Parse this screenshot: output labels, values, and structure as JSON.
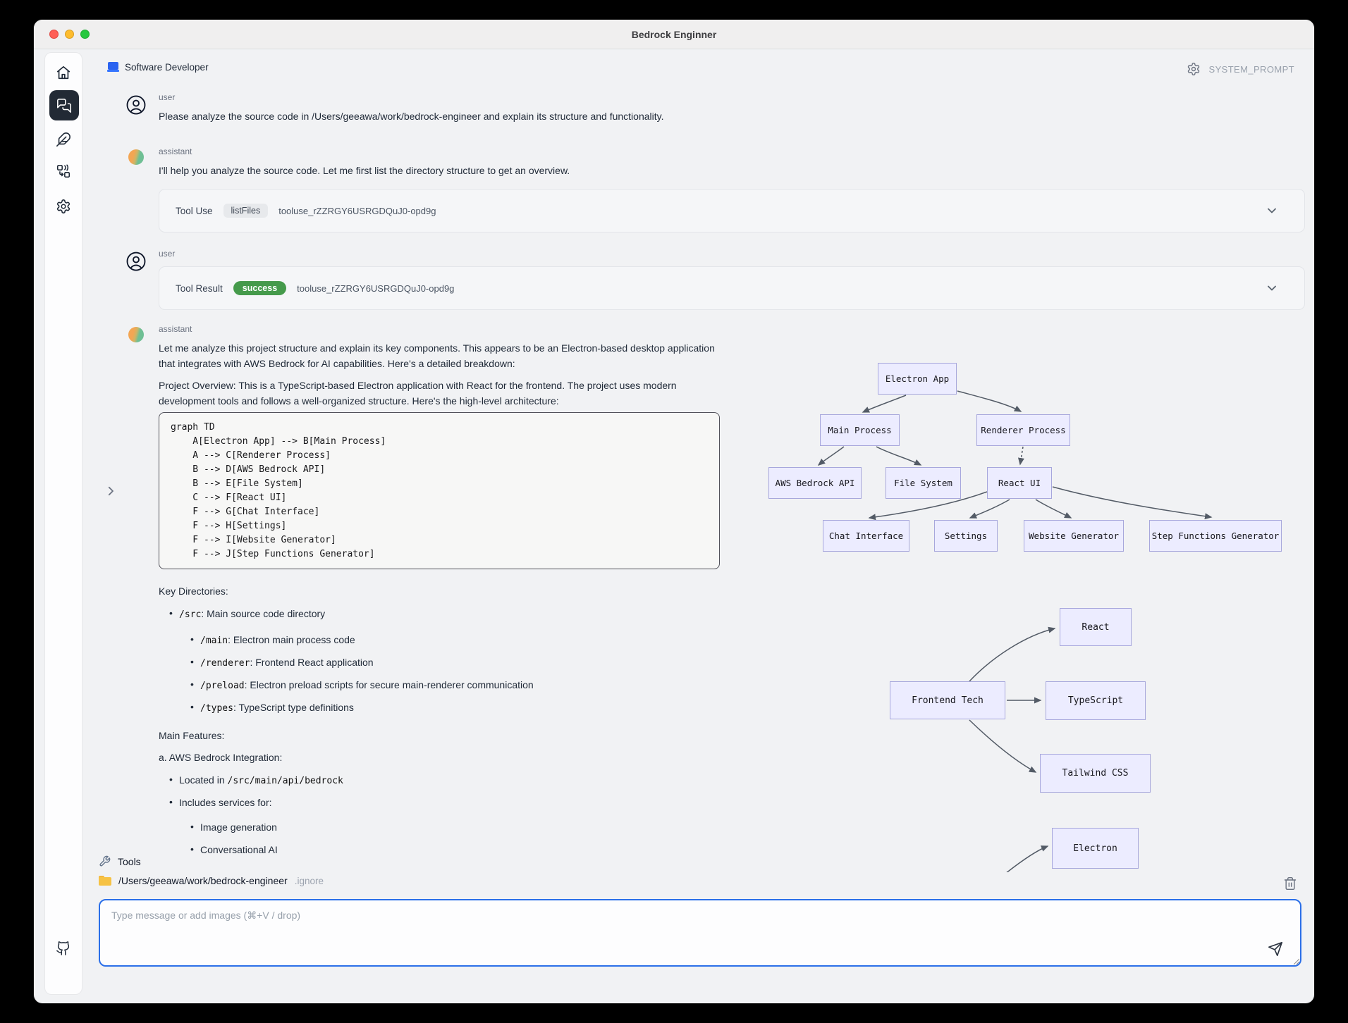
{
  "window": {
    "title": "Bedrock Enginner"
  },
  "sidebar": {
    "items": [
      {
        "icon": "home-icon"
      },
      {
        "icon": "chat-icon",
        "active": true
      },
      {
        "icon": "feather-icon"
      },
      {
        "icon": "step-functions-icon"
      },
      {
        "icon": "gear-icon"
      },
      {
        "icon": "github-icon"
      }
    ]
  },
  "header": {
    "agent_name": "Software Developer",
    "system_prompt_label": "SYSTEM_PROMPT"
  },
  "colors": {
    "accent_blue": "#2b6fe8",
    "success_green": "#459a4b",
    "mermaid_fill": "#ECECFF",
    "mermaid_border": "#a7a7dc",
    "active_nav": "#222a35"
  },
  "messages": {
    "user1": {
      "role": "user",
      "text": "Please analyze the source code in /Users/geeawa/work/bedrock-engineer and explain its structure and functionality."
    },
    "assistant1": {
      "role": "assistant",
      "text": "I'll help you analyze the source code. Let me first list the directory structure to get an overview."
    },
    "tool_use": {
      "label": "Tool Use",
      "tool": "listFiles",
      "id": "tooluse_rZZRGY6USRGDQuJ0-opd9g"
    },
    "user2": {
      "role": "user"
    },
    "tool_result": {
      "label": "Tool Result",
      "status": "success",
      "id": "tooluse_rZZRGY6USRGDQuJ0-opd9g"
    },
    "assistant2": {
      "role": "assistant",
      "para1": "Let me analyze this project structure and explain its key components. This appears to be an Electron-based desktop application that integrates with AWS Bedrock for AI capabilities. Here's a detailed breakdown:",
      "para2": "Project Overview: This is a TypeScript-based Electron application with React for the frontend. The project uses modern development tools and follows a well-organized structure. Here's the high-level architecture:",
      "code": "graph TD\n    A[Electron App] --> B[Main Process]\n    A --> C[Renderer Process]\n    B --> D[AWS Bedrock API]\n    B --> E[File System]\n    C --> F[React UI]\n    F --> G[Chat Interface]\n    F --> H[Settings]\n    F --> I[Website Generator]\n    F --> J[Step Functions Generator]",
      "key_dirs_title": "Key Directories:",
      "key_dirs": [
        {
          "code": "/src",
          "desc": ": Main source code directory"
        },
        {
          "code": "/main",
          "desc": ": Electron main process code"
        },
        {
          "code": "/renderer",
          "desc": ": Frontend React application"
        },
        {
          "code": "/preload",
          "desc": ": Electron preload scripts for secure main-renderer communication"
        },
        {
          "code": "/types",
          "desc": ": TypeScript type definitions"
        }
      ],
      "features_title": "Main Features:",
      "feature_a_title": "a. AWS Bedrock Integration:",
      "feature_a": {
        "b1_text": "Located in ",
        "b1_code": "/src/main/api/bedrock",
        "b2_text": "Includes services for:",
        "sub1": "Image generation",
        "sub2": "Conversational AI"
      }
    }
  },
  "diagram1": {
    "nodes": {
      "electron_app": "Electron App",
      "main_process": "Main Process",
      "renderer_process": "Renderer Process",
      "aws_bedrock_api": "AWS Bedrock API",
      "file_system": "File System",
      "react_ui": "React UI",
      "chat_interface": "Chat Interface",
      "settings": "Settings",
      "website_generator": "Website Generator",
      "step_functions_generator": "Step Functions Generator"
    },
    "edges": [
      [
        "Electron App",
        "Main Process"
      ],
      [
        "Electron App",
        "Renderer Process"
      ],
      [
        "Main Process",
        "AWS Bedrock API"
      ],
      [
        "Main Process",
        "File System"
      ],
      [
        "Renderer Process",
        "React UI"
      ],
      [
        "React UI",
        "Chat Interface"
      ],
      [
        "React UI",
        "Settings"
      ],
      [
        "React UI",
        "Website Generator"
      ],
      [
        "React UI",
        "Step Functions Generator"
      ]
    ]
  },
  "diagram2": {
    "nodes": {
      "frontend_tech": "Frontend Tech",
      "react": "React",
      "typescript": "TypeScript",
      "tailwind": "Tailwind CSS",
      "electron": "Electron"
    },
    "edges": [
      [
        "Frontend Tech",
        "React"
      ],
      [
        "Frontend Tech",
        "TypeScript"
      ],
      [
        "Frontend Tech",
        "Tailwind CSS"
      ],
      [
        "Frontend Tech",
        "Electron"
      ]
    ]
  },
  "tools_panel": {
    "title": "Tools",
    "path": "/Users/geeawa/work/bedrock-engineer",
    "ignore_label": ".ignore"
  },
  "composer": {
    "placeholder": "Type message or add images (⌘+V / drop)"
  }
}
